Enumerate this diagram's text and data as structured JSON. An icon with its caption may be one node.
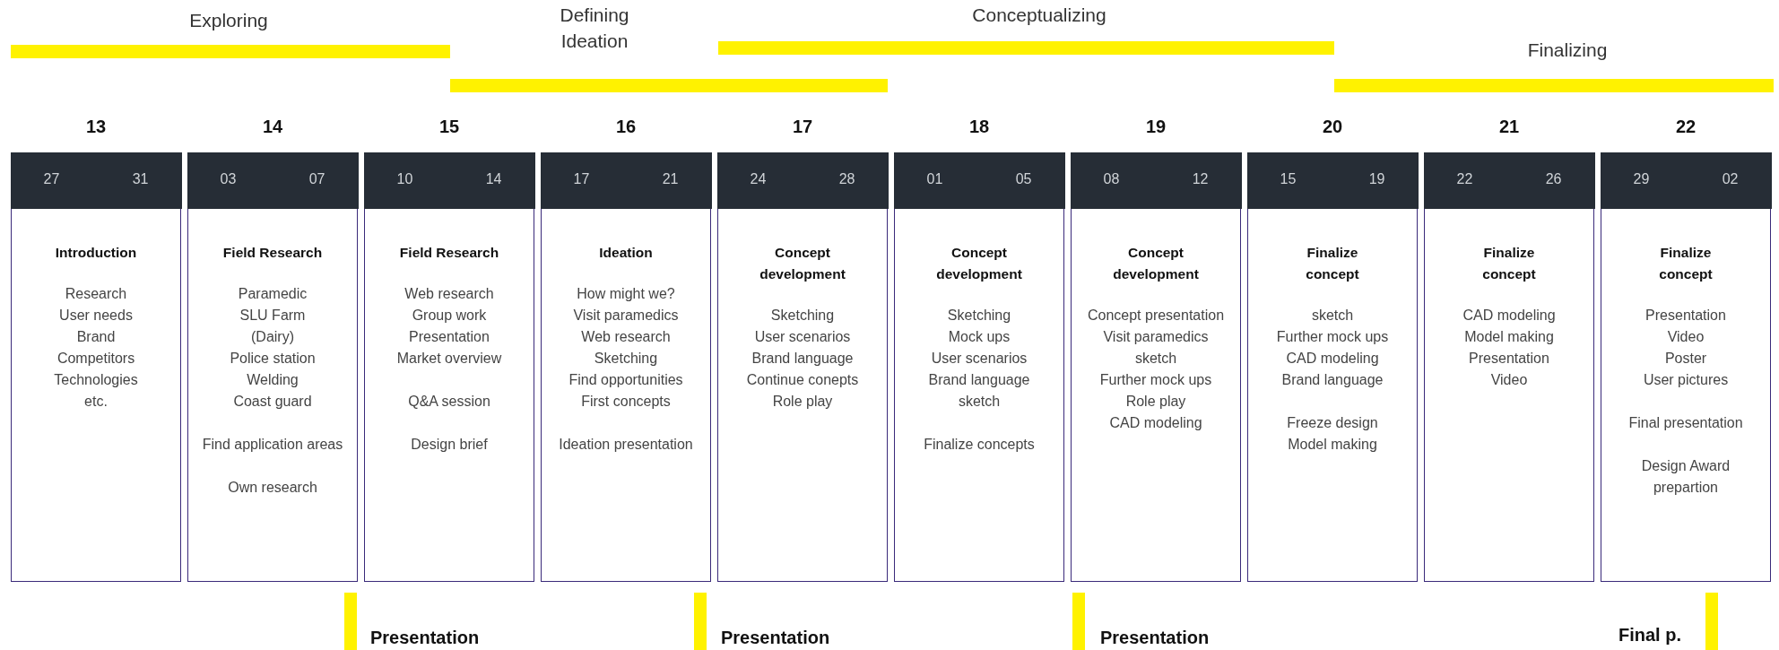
{
  "diagram": {
    "nodes": [
      {
        "text": [
          "Exploring"
        ]
      },
      {
        "text": [
          "Defining Ideation"
        ]
      },
      {
        "text": [
          "Conceptualizing"
        ]
      },
      {
        "text": [
          "Finalizing"
        ]
      },
      {
        "text": [
          "13",
          "27",
          "31",
          "Introduction",
          "Research",
          "User needs",
          "Brand",
          "Competitors",
          "Technologies",
          "etc."
        ]
      },
      {
        "text": [
          "14",
          "03",
          "07",
          "Field Research",
          "Paramedic",
          "SLU Farm",
          "(Dairy)",
          "Police station",
          "Welding",
          "Coast guard",
          "Find application areas",
          "Own research"
        ]
      },
      {
        "text": [
          "15",
          "10",
          "14",
          "Field Research",
          "Web research",
          "Group work",
          "Presentation",
          "Market overview",
          "Q&A session",
          "Design brief"
        ]
      },
      {
        "text": [
          "16",
          "17",
          "21",
          "Ideation",
          "How might we?",
          "Visit paramedics",
          "Web research",
          "Sketching",
          "Find opportunities",
          "First concepts",
          "Ideation presentation"
        ]
      },
      {
        "text": [
          "17",
          "24",
          "28",
          "Concept development",
          "Sketching",
          "User scenarios",
          "Brand language",
          "Continue conepts",
          "Role play"
        ]
      },
      {
        "text": [
          "18",
          "01",
          "05",
          "Concept development",
          "Sketching",
          "Mock ups",
          "User scenarios",
          "Brand language",
          "sketch",
          "Finalize concepts"
        ]
      },
      {
        "text": [
          "19",
          "08",
          "12",
          "Concept development",
          "Concept presentation",
          "Visit paramedics",
          "sketch",
          "Further mock ups",
          "Role play",
          "CAD modeling"
        ]
      },
      {
        "text": [
          "20",
          "15",
          "19",
          "Finalize concept",
          "sketch",
          "Further mock ups",
          "CAD modeling",
          "Brand language",
          "Freeze design",
          "Model making"
        ]
      },
      {
        "text": [
          "21",
          "22",
          "26",
          "Finalize concept",
          "CAD modeling",
          "Model making",
          "Presentation",
          "Video"
        ]
      },
      {
        "text": [
          "22",
          "29",
          "02",
          "Finalize concept",
          "Presentation",
          "Video",
          "Poster",
          "User pictures",
          "Final presentation",
          "Design Award prepartion"
        ]
      },
      {
        "text": [
          "Presentation"
        ]
      },
      {
        "text": [
          "Presentation"
        ]
      },
      {
        "text": [
          "Presentation"
        ]
      },
      {
        "text": [
          "Final p."
        ]
      }
    ]
  }
}
